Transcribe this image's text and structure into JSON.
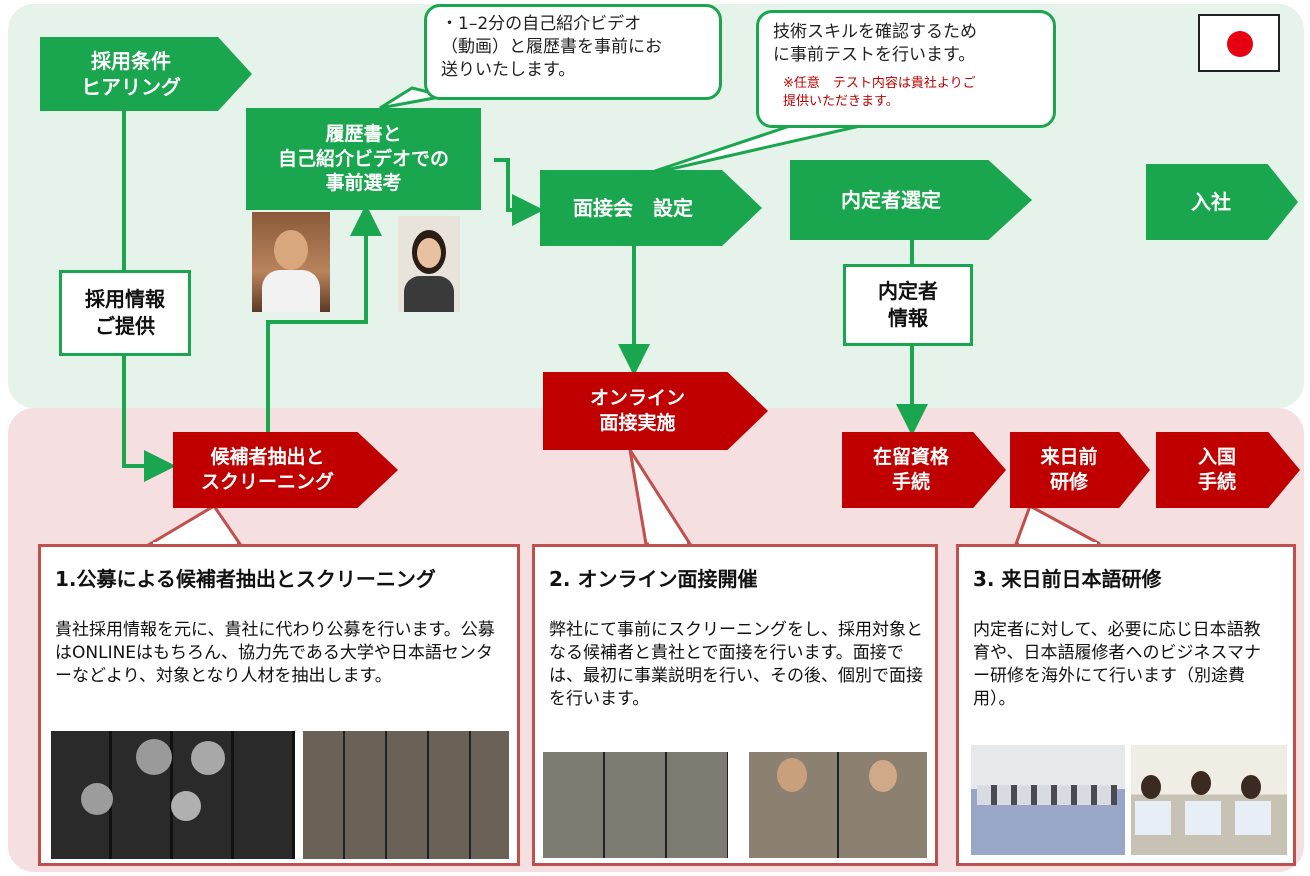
{
  "flag": {
    "icon": "japan-flag-icon"
  },
  "green_steps": [
    {
      "id": "hearing",
      "label": "採用条件\nヒアリング"
    },
    {
      "id": "screening-docs",
      "label": "履歴書と\n自己紹介ビデオでの\n事前選考"
    },
    {
      "id": "interview-setup",
      "label": "面接会　設定"
    },
    {
      "id": "offer-selection",
      "label": "内定者選定"
    },
    {
      "id": "joining",
      "label": "入社"
    }
  ],
  "info_boxes": {
    "recruit_info": "採用情報\nご提供",
    "offer_info": "内定者\n情報"
  },
  "callouts": {
    "video": "・1–2分の自己紹介ビデオ\n（動画）と履歴書を事前にお\n送りいたします。",
    "test_main": "技術スキルを確認するため\nに事前テストを行います。",
    "test_note": "※任意　テスト内容は貴社よりご\n提供いただきます。"
  },
  "red_steps": [
    {
      "id": "extract",
      "label": "候補者抽出と\nスクリーニング"
    },
    {
      "id": "online-interview",
      "label": "オンライン\n面接実施"
    },
    {
      "id": "visa",
      "label": "在留資格\n手続"
    },
    {
      "id": "pretraining",
      "label": "来日前\n研修"
    },
    {
      "id": "entry",
      "label": "入国\n手続"
    }
  ],
  "cards": [
    {
      "title": "1.公募による候補者抽出とスクリーニング",
      "body": "貴社採用情報を元に、貴社に代わり公募を行います。公募はONLINEはもちろん、協力先である大学や日本語センターなどより、対象となり人材を抽出します。"
    },
    {
      "title": "2. オンライン面接開催",
      "body": "弊社にて事前にスクリーニングをし、採用対象となる候補者と貴社とで面接を行います。面接では、最初に事業説明を行い、その後、個別で面接を行います。"
    },
    {
      "title": "3. 来日前日本語研修",
      "body": "内定者に対して、必要に応じ日本語教育や、日本語履修者へのビジネスマナー研修を海外にて行います（別途費用）。"
    }
  ],
  "colors": {
    "green": "#1aa64e",
    "red": "#c00000",
    "top_bg": "#e6f3ea",
    "bottom_bg": "#f5dfe1",
    "card_border": "#c0504d"
  }
}
